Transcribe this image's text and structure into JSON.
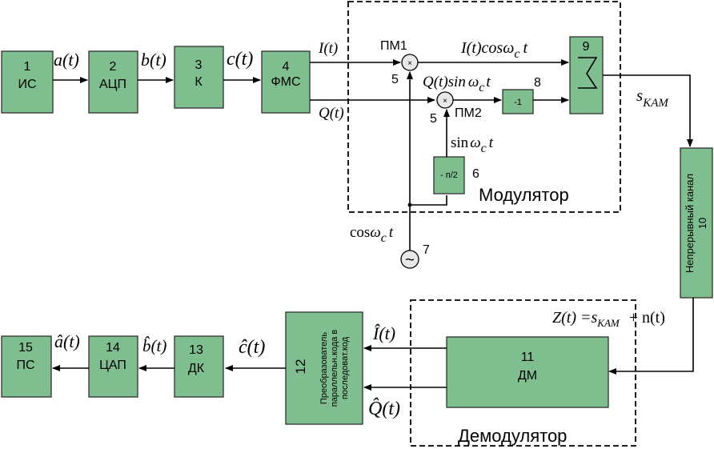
{
  "blocks": {
    "b1": {
      "num": "1",
      "label": "ИС"
    },
    "b2": {
      "num": "2",
      "label": "АЦП"
    },
    "b3": {
      "num": "3",
      "label": "К"
    },
    "b4": {
      "num": "4",
      "label": "ФМС"
    },
    "b9": {
      "num": "9"
    },
    "b8": {
      "num": "8",
      "label": "-1"
    },
    "b6": {
      "num": "6",
      "label": "- п/2"
    },
    "b10": {
      "label": "Непрерывный канал",
      "num": "10"
    },
    "b11": {
      "num": "11",
      "label": "ДМ"
    },
    "b12": {
      "num": "12",
      "label1": "Преобразователь",
      "label2": "параллельн.кода в",
      "label3": "последоват.код"
    },
    "b13": {
      "num": "13",
      "label": "ДК"
    },
    "b14": {
      "num": "14",
      "label": "ЦАП"
    },
    "b15": {
      "num": "15",
      "label": "ПС"
    }
  },
  "mixers": {
    "pm1": {
      "label": "ПМ1",
      "num": "5",
      "symbol": "×"
    },
    "pm2": {
      "label": "ПМ2",
      "num": "5",
      "symbol": "×"
    }
  },
  "oscillator": {
    "num": "7",
    "symbol": "~"
  },
  "signals": {
    "a": "a(t)",
    "b": "b(t)",
    "c": "c(t)",
    "i": "I(t)",
    "q": "Q(t)",
    "icos_a": "I(t)cos",
    "icos_w": "ω",
    "icos_c": "c",
    "icos_t": "t",
    "qsin_a": "Q(t)sin",
    "qsin_w": "ω",
    "qsin_c": "c",
    "qsin_t": "t",
    "sin_a": "sin",
    "sin_w": "ω",
    "sin_c": "c",
    "sin_t": "t",
    "cos_a": "cos",
    "cos_w": "ω",
    "cos_c": "c",
    "cos_t": "t",
    "s_main": "s",
    "s_sub": "KAM",
    "z_main": "Z(t) =s",
    "z_sub": "KAM",
    "z_noise": "+ n(t)",
    "i_hat": "Î(t)",
    "q_hat": "Q̂(t)",
    "c_hat": "ĉ(t)",
    "b_hat": "b̂(t)",
    "a_hat": "â(t)"
  },
  "regions": {
    "modulator": "Модулятор",
    "demodulator": "Демодулятор"
  }
}
